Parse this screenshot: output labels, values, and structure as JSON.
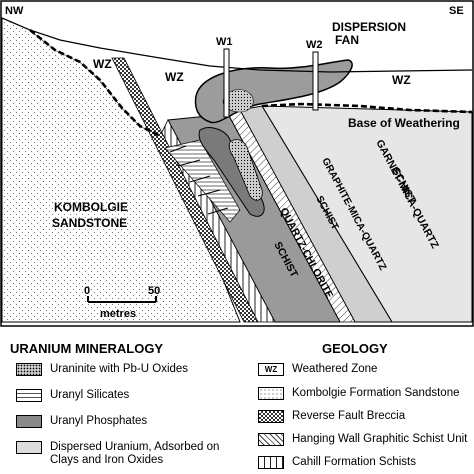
{
  "section": {
    "compass": {
      "left": "NW",
      "right": "SE"
    },
    "labels": {
      "wz1": "WZ",
      "wz2": "WZ",
      "wz3": "WZ",
      "w1": "W1",
      "w2": "W2",
      "dispersion_line1": "DISPERSION",
      "dispersion_line2": "FAN",
      "base_weathering": "Base of Weathering",
      "kombolgie_line1": "KOMBOLGIE",
      "kombolgie_line2": "SANDSTONE",
      "garnet_line1": "GARNET-MICA-QUARTZ",
      "garnet_line2": "SCHIST",
      "graphite_line1": "GRAPHITE-MICA-QUARTZ",
      "graphite_line2": "SCHIST",
      "quartz_line1": "QUARTZ-CHLORITE",
      "quartz_line2": "SCHIST"
    },
    "scale": {
      "zero": "0",
      "max": "50",
      "unit": "metres"
    }
  },
  "legend": {
    "mineralogy_title": "URANIUM  MINERALOGY",
    "geology_title": "GEOLOGY",
    "mineralogy": [
      {
        "name": "uraninite",
        "label": "Uraninite with Pb-U Oxides"
      },
      {
        "name": "uranyl-silicates",
        "label": "Uranyl Silicates"
      },
      {
        "name": "uranyl-phosphates",
        "label": "Uranyl Phosphates"
      },
      {
        "name": "dispersed",
        "label": "Dispersed Uranium, Adsorbed on Clays and Iron Oxides"
      }
    ],
    "geology": [
      {
        "name": "weathered",
        "label": "Weathered Zone",
        "swatch_text": "WZ"
      },
      {
        "name": "kombolgie",
        "label": "Kombolgie Formation Sandstone"
      },
      {
        "name": "breccia",
        "label": "Reverse Fault Breccia"
      },
      {
        "name": "hanging-wall",
        "label": "Hanging Wall Graphitic Schist Unit"
      },
      {
        "name": "cahill",
        "label": "Cahill Formation Schists"
      }
    ]
  }
}
